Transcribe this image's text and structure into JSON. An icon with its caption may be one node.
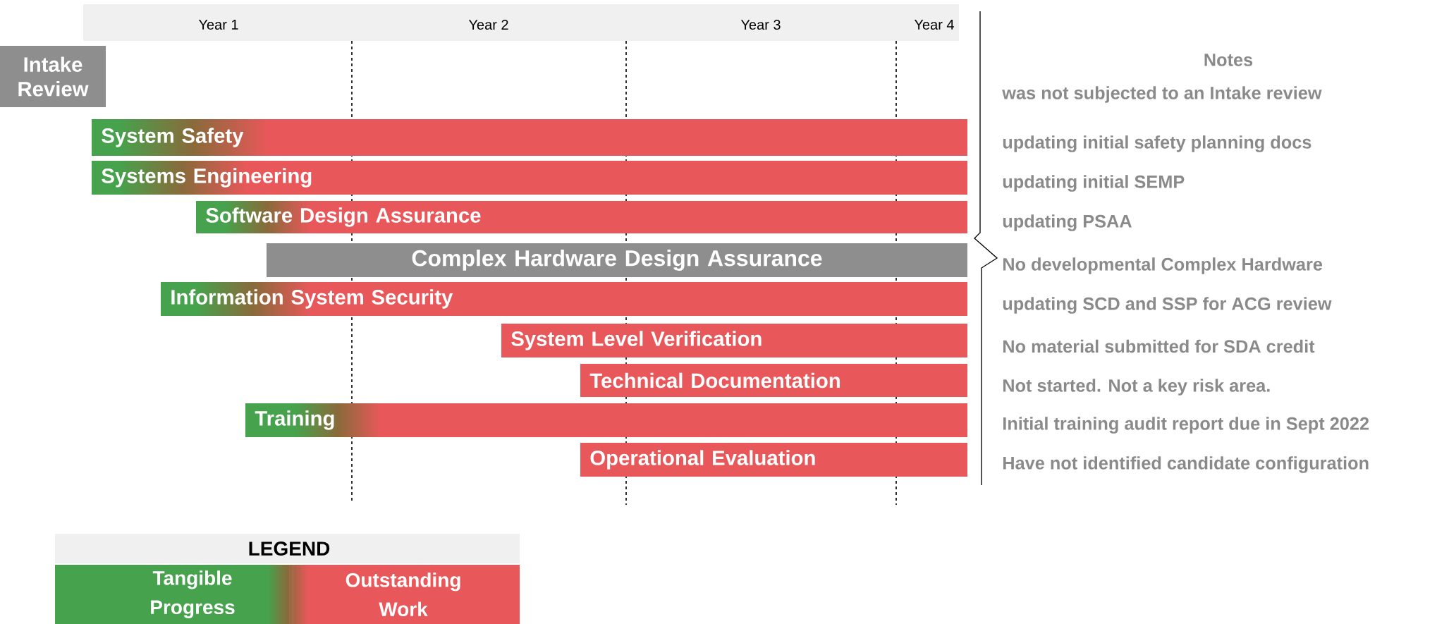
{
  "diagram": {
    "nodes": [
      {
        "text": [
          "Intake Review"
        ]
      },
      {
        "text": [
          "System Safety"
        ]
      },
      {
        "text": [
          "Systems Engineering"
        ]
      },
      {
        "text": [
          "Software Design Assurance"
        ]
      },
      {
        "text": [
          "Complex Hardware Design Assurance"
        ]
      },
      {
        "text": [
          "Information System Security"
        ]
      },
      {
        "text": [
          "System Level Verification"
        ]
      },
      {
        "text": [
          "Technical Documentation"
        ]
      },
      {
        "text": [
          "Training"
        ]
      },
      {
        "text": [
          "Operational Evaluation"
        ]
      }
    ],
    "labels": [
      "Year 1",
      "Year 2",
      "Year 3",
      "Year 4",
      "Notes",
      "was not subjected to an Intake review",
      "updating initial safety planning docs",
      "updating initial SEMP",
      "updating PSAA",
      "No developmental Complex Hardware",
      "updating SCD and SSP for ACG review",
      "No material submitted for SDA credit",
      "Not started.  Not a key risk area.",
      "Initial training audit report due in Sept 2022",
      "Have not identified candidate configuration",
      "LEGEND"
    ],
    "legend": [
      {
        "text": "Tangible Progress",
        "color": "#46a24c"
      },
      {
        "text": "Outstanding Work",
        "color": "#e8585a"
      }
    ]
  }
}
